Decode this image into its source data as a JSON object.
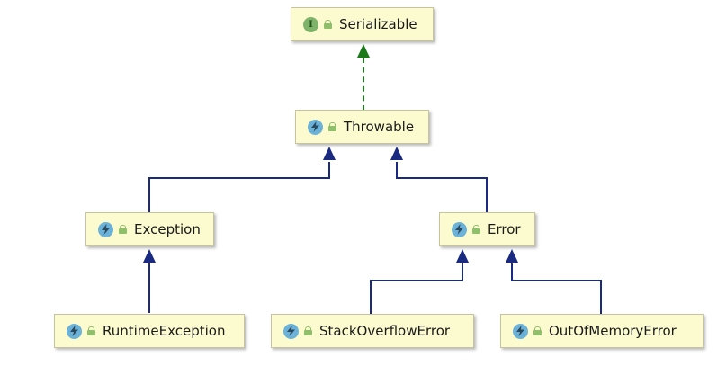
{
  "diagram": {
    "nodes": {
      "serializable": {
        "label": "Serializable",
        "kind_icon": "interface-icon",
        "kind_letter": "I"
      },
      "throwable": {
        "label": "Throwable",
        "kind_icon": "class-icon"
      },
      "exception": {
        "label": "Exception",
        "kind_icon": "class-icon"
      },
      "error": {
        "label": "Error",
        "kind_icon": "class-icon"
      },
      "runtime_exception": {
        "label": "RuntimeException",
        "kind_icon": "class-icon"
      },
      "stack_overflow_error": {
        "label": "StackOverflowError",
        "kind_icon": "class-icon"
      },
      "out_of_memory_error": {
        "label": "OutOfMemoryError",
        "kind_icon": "class-icon"
      }
    },
    "edges": [
      {
        "from": "Throwable",
        "to": "Serializable",
        "type": "implements"
      },
      {
        "from": "Exception",
        "to": "Throwable",
        "type": "extends"
      },
      {
        "from": "Error",
        "to": "Throwable",
        "type": "extends"
      },
      {
        "from": "RuntimeException",
        "to": "Exception",
        "type": "extends"
      },
      {
        "from": "StackOverflowError",
        "to": "Error",
        "type": "extends"
      },
      {
        "from": "OutOfMemoryError",
        "to": "Error",
        "type": "extends"
      }
    ],
    "colors": {
      "node_fill": "#fcfbd0",
      "extends_edge": "#1a2a80",
      "implements_edge": "#1a7a1a"
    }
  }
}
